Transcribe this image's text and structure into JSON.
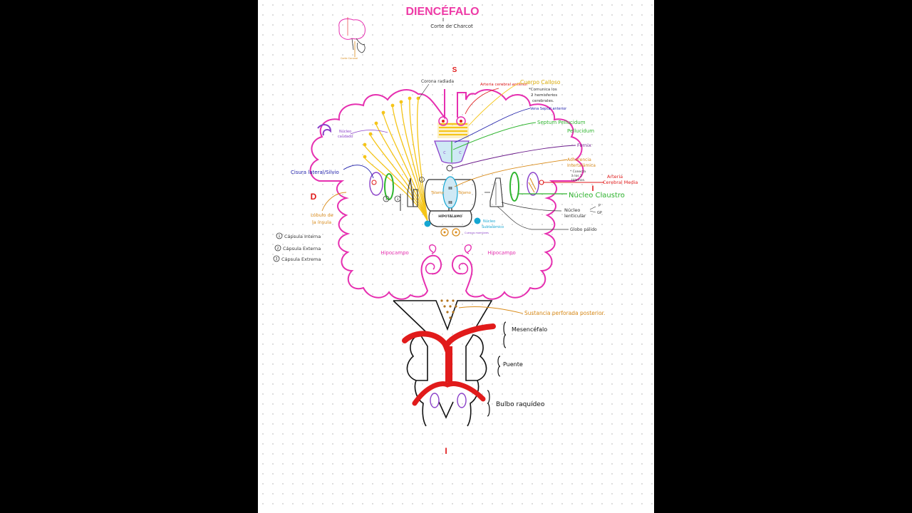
{
  "title": "DIENCÉFALO",
  "subtitle": "Corte de Charcot",
  "thumb_label": "Corte Coronal",
  "orientation": {
    "superior": "S",
    "inferior": "I",
    "derecha": "D",
    "izquierda": "I",
    "bottom": "I"
  },
  "labels": {
    "corona_radiada": "Corona radiada",
    "arteria_cerebral_anterior": "Arteria cerebral anterior",
    "cuerpo_calloso": "Cuerpo Calloso",
    "cuerpo_calloso_note": [
      "*Comunica los",
      "2 hemisferios",
      "cerebrales."
    ],
    "vena_septal": "Vena Septal anterior",
    "septum": [
      "Septum Pellucidum",
      "Pellucidum"
    ],
    "fornix": "Fornix",
    "nucleo_caudado": [
      "Núcleo",
      "caudado"
    ],
    "adherencia": [
      "Adherencia",
      "Intertalámica"
    ],
    "adherencia_note": [
      "* Conecta",
      "a los 2",
      "tálamos."
    ],
    "arteria_media": [
      "Arteria",
      "Cerebral Media"
    ],
    "cisura": "Cisura lateral/Silvio",
    "nucleo_claustro": "Núcleo Claustro",
    "nucleo_lenticular": [
      "Núcleo",
      "lenticular"
    ],
    "p": "P",
    "gp": "GP",
    "globo_palido": "Globo pálido",
    "lobulo_insula": [
      "Lóbulo de",
      "la ínsula"
    ],
    "talamo_left": "Tálamo",
    "talamo_right": "Tálamo",
    "hipotalamo": "HIPOTÁLAMO",
    "nucleo_subtalamico": [
      "Núcleo",
      "Subtalámico"
    ],
    "cuerpos_mamilares": "Cuerpos mamilares",
    "hipocampo_left": "Hipocampo",
    "hipocampo_right": "Hipocampo",
    "sustancia": "Sustancia perforada posterior.",
    "mesencefalo": "Mesencéfalo",
    "puente": "Puente",
    "bulbo": "Bulbo raquídeo",
    "numbers": [
      "1",
      "2",
      "3"
    ],
    "midline_numerals": [
      "III",
      "III"
    ]
  },
  "capsulas": [
    {
      "num": "1",
      "text": "Cápsula Interna"
    },
    {
      "num": "2",
      "text": "Cápsula Externa"
    },
    {
      "num": "3",
      "text": "Cápsula Extrema"
    }
  ],
  "colors": {
    "title": "#ee3aa6",
    "cortex": "#e62fb0",
    "fibers": "#f5c518",
    "green": "#2fb52f",
    "purple": "#8a3fc9",
    "orange": "#d98a17",
    "red": "#e11b1b",
    "blue": "#1a1aa8",
    "cyan": "#14a6d2",
    "brown": "#8a5a20"
  }
}
